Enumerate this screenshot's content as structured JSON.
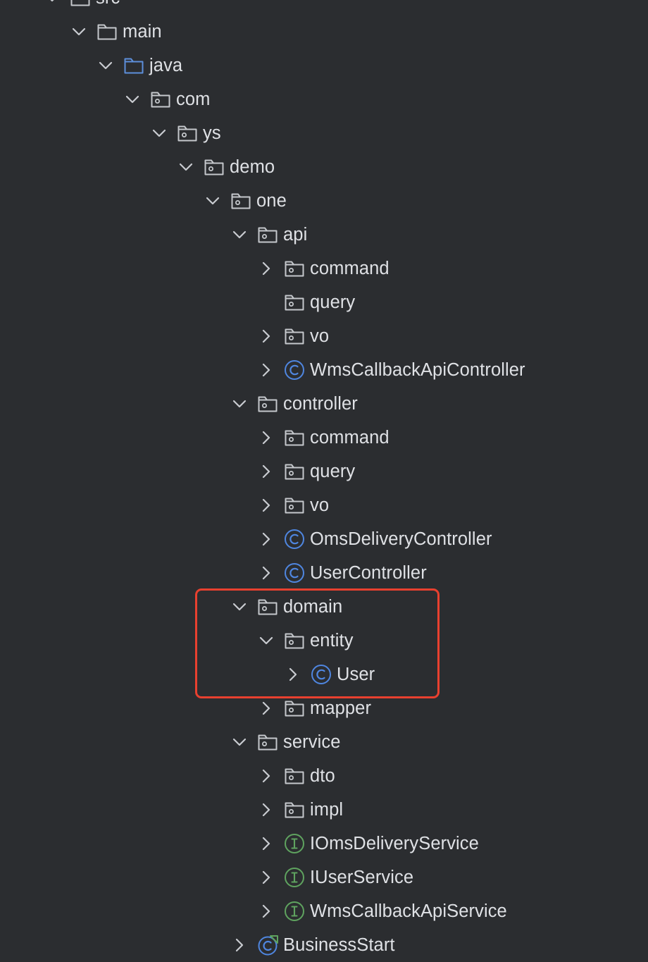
{
  "panel": "project-tree",
  "highlight_color": "#e8402f",
  "colors": {
    "background": "#2b2d30",
    "text": "#dfe1e5",
    "chevron": "#c9ccd1",
    "folder": "#c5c8cc",
    "source_folder": "#5d8fdb",
    "class_icon": "#4f86e0",
    "interface_icon": "#5fa35f"
  },
  "tree": [
    {
      "label": "src",
      "depth": 0,
      "chevron": "down",
      "icon": "folder-icon"
    },
    {
      "label": "main",
      "depth": 1,
      "chevron": "down",
      "icon": "folder-icon"
    },
    {
      "label": "java",
      "depth": 2,
      "chevron": "down",
      "icon": "source-folder-icon"
    },
    {
      "label": "com",
      "depth": 3,
      "chevron": "down",
      "icon": "package-icon"
    },
    {
      "label": "ys",
      "depth": 4,
      "chevron": "down",
      "icon": "package-icon"
    },
    {
      "label": "demo",
      "depth": 5,
      "chevron": "down",
      "icon": "package-icon"
    },
    {
      "label": "one",
      "depth": 6,
      "chevron": "down",
      "icon": "package-icon"
    },
    {
      "label": "api",
      "depth": 7,
      "chevron": "down",
      "icon": "package-icon"
    },
    {
      "label": "command",
      "depth": 8,
      "chevron": "right",
      "icon": "package-icon"
    },
    {
      "label": "query",
      "depth": 8,
      "chevron": "none",
      "icon": "package-icon"
    },
    {
      "label": "vo",
      "depth": 8,
      "chevron": "right",
      "icon": "package-icon"
    },
    {
      "label": "WmsCallbackApiController",
      "depth": 8,
      "chevron": "right",
      "icon": "class-icon"
    },
    {
      "label": "controller",
      "depth": 7,
      "chevron": "down",
      "icon": "package-icon"
    },
    {
      "label": "command",
      "depth": 8,
      "chevron": "right",
      "icon": "package-icon"
    },
    {
      "label": "query",
      "depth": 8,
      "chevron": "right",
      "icon": "package-icon"
    },
    {
      "label": "vo",
      "depth": 8,
      "chevron": "right",
      "icon": "package-icon"
    },
    {
      "label": "OmsDeliveryController",
      "depth": 8,
      "chevron": "right",
      "icon": "class-icon"
    },
    {
      "label": "UserController",
      "depth": 8,
      "chevron": "right",
      "icon": "class-icon"
    },
    {
      "label": "domain",
      "depth": 7,
      "chevron": "down",
      "icon": "package-icon"
    },
    {
      "label": "entity",
      "depth": 8,
      "chevron": "down",
      "icon": "package-icon"
    },
    {
      "label": "User",
      "depth": 9,
      "chevron": "right",
      "icon": "class-icon"
    },
    {
      "label": "mapper",
      "depth": 8,
      "chevron": "right",
      "icon": "package-icon"
    },
    {
      "label": "service",
      "depth": 7,
      "chevron": "down",
      "icon": "package-icon"
    },
    {
      "label": "dto",
      "depth": 8,
      "chevron": "right",
      "icon": "package-icon"
    },
    {
      "label": "impl",
      "depth": 8,
      "chevron": "right",
      "icon": "package-icon"
    },
    {
      "label": "IOmsDeliveryService",
      "depth": 8,
      "chevron": "right",
      "icon": "interface-icon"
    },
    {
      "label": "IUserService",
      "depth": 8,
      "chevron": "right",
      "icon": "interface-icon"
    },
    {
      "label": "WmsCallbackApiService",
      "depth": 8,
      "chevron": "right",
      "icon": "interface-icon"
    },
    {
      "label": "BusinessStart",
      "depth": 7,
      "chevron": "right",
      "icon": "spring-boot-class-icon"
    }
  ]
}
